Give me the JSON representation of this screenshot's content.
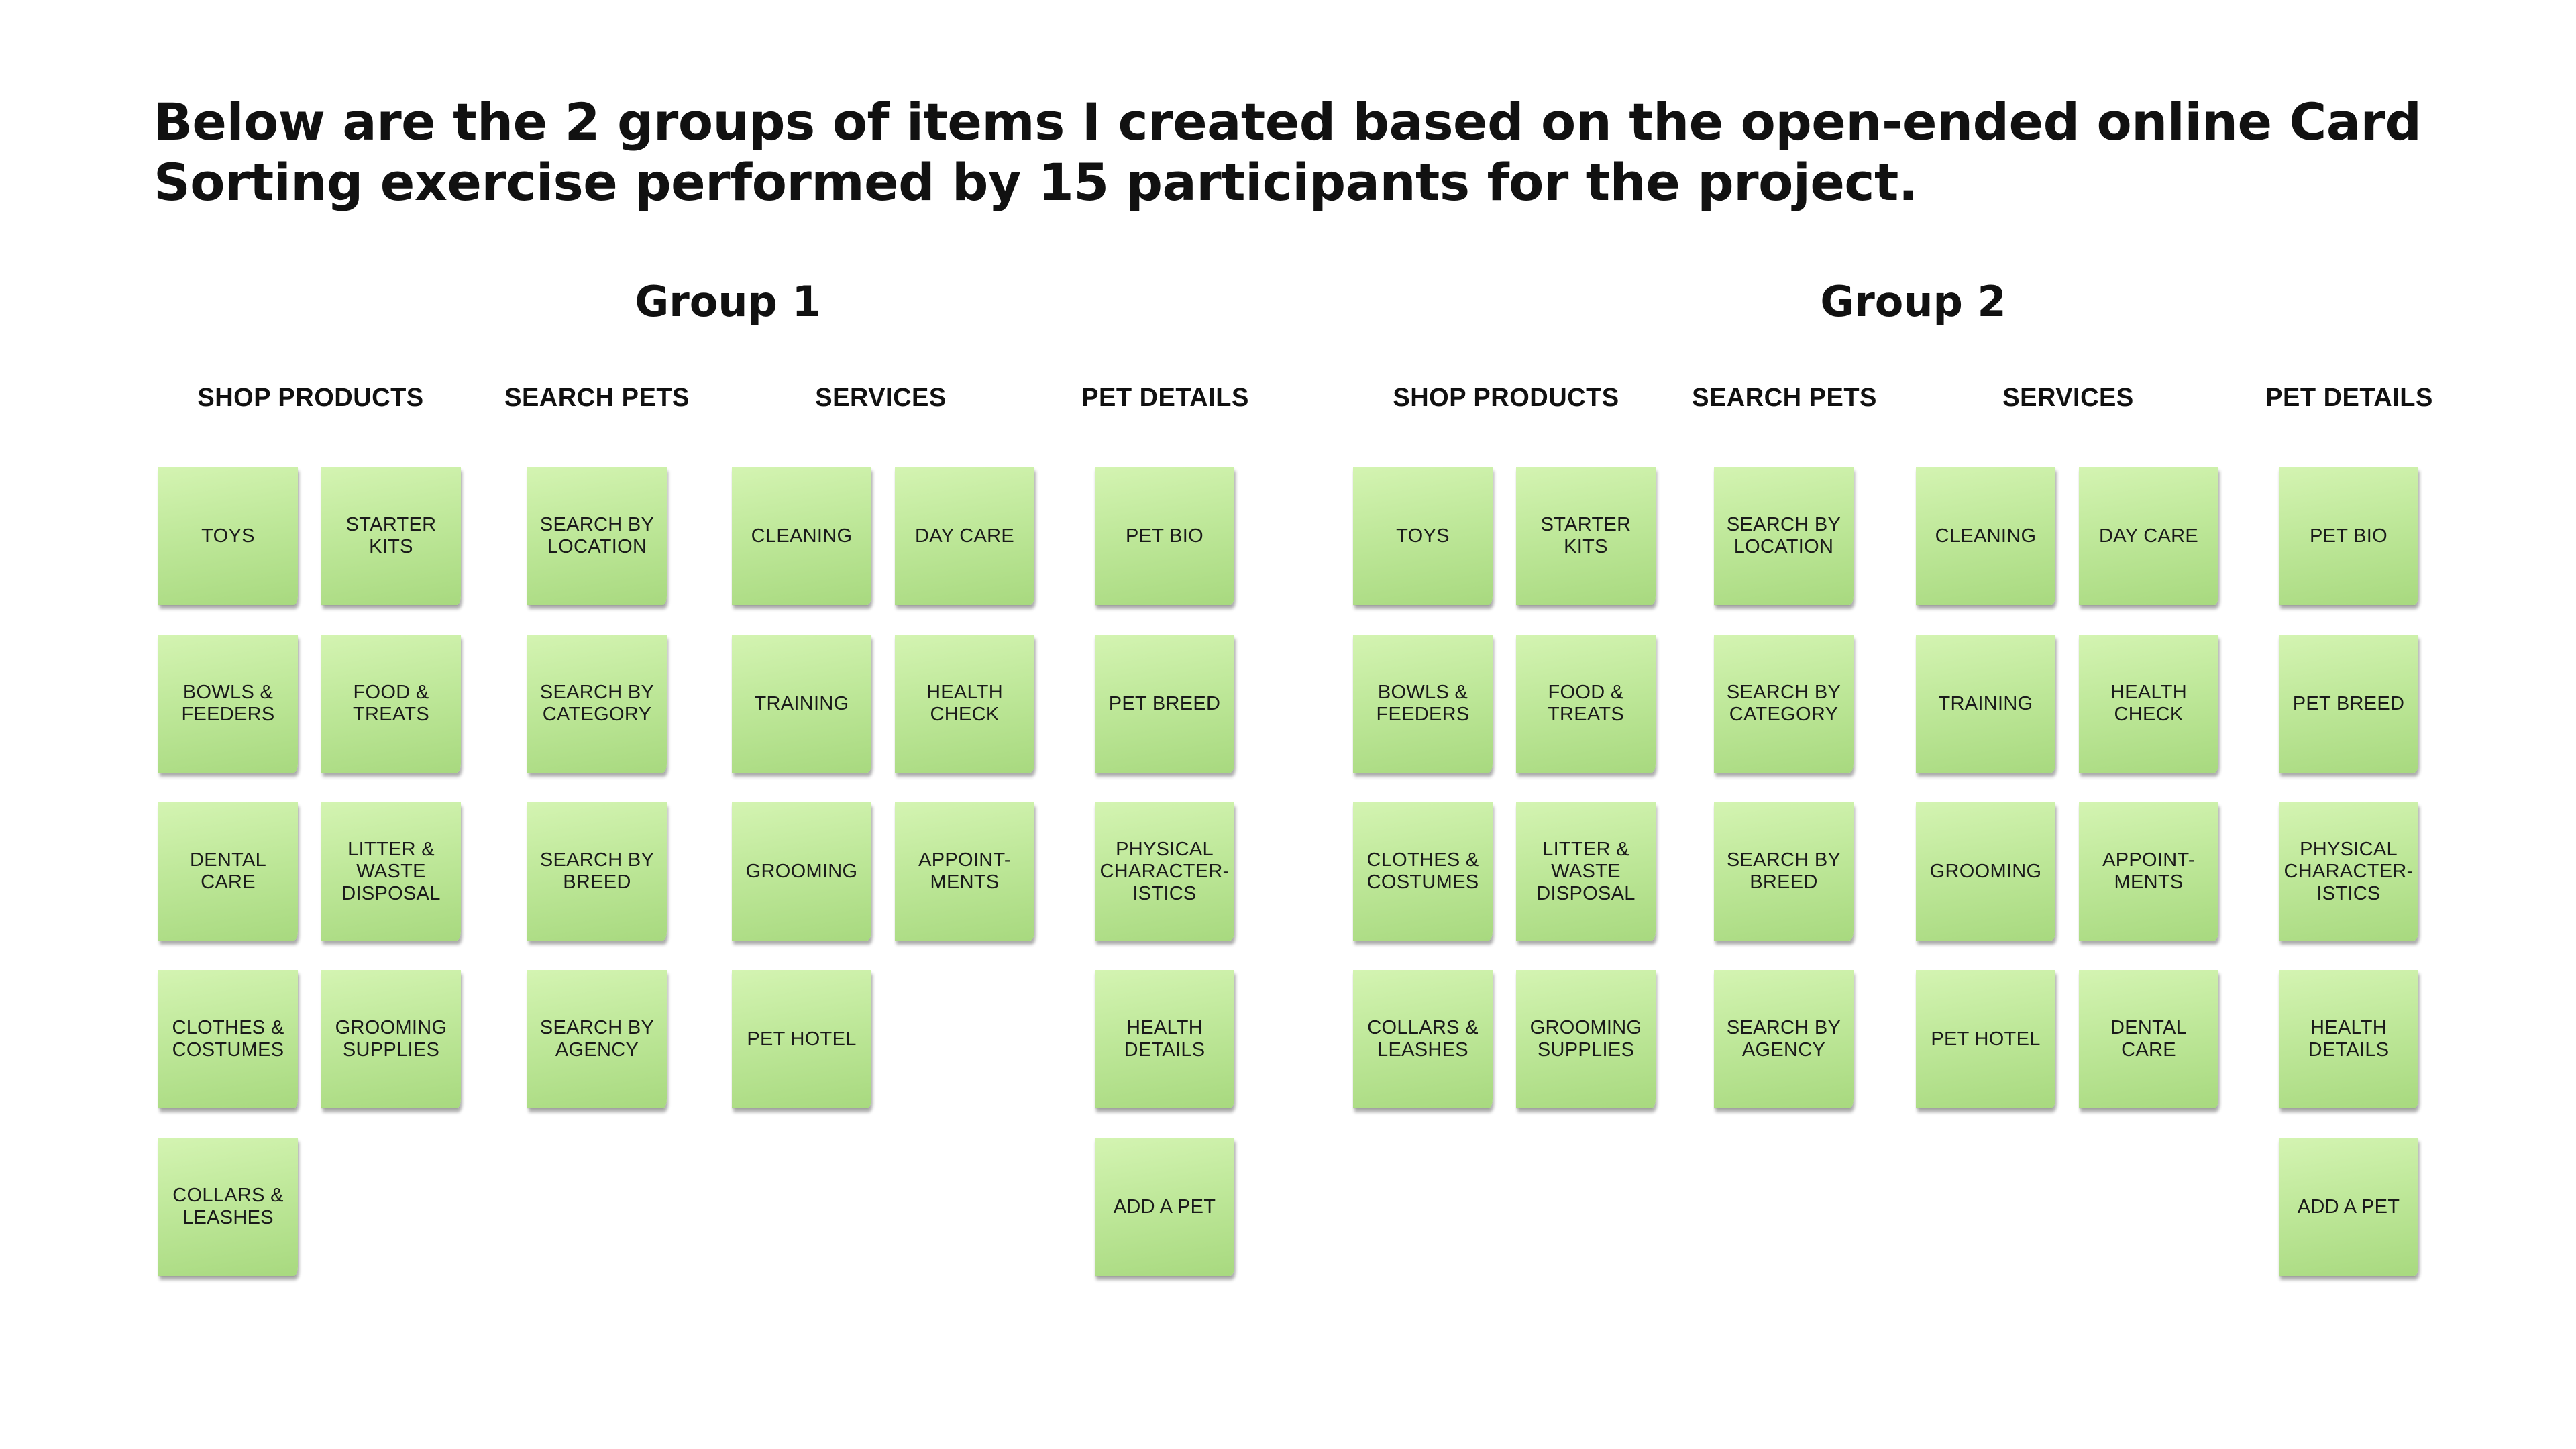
{
  "title": "Below are the 2 groups of items I created based on the open-ended online Card Sorting exercise performed by 15 participants for the project.",
  "colors": {
    "card_light": "#d4f4b2",
    "card_dark": "#a8d97f",
    "text": "#111111"
  },
  "groups": [
    {
      "title": "Group 1",
      "categories": [
        {
          "title": "SHOP PRODUCTS",
          "columns": [
            [
              "TOYS",
              "BOWLS &\nFEEDERS",
              "DENTAL CARE",
              "CLOTHES &\nCOSTUMES",
              "COLLARS &\nLEASHES"
            ],
            [
              "STARTER\nKITS",
              "FOOD &\nTREATS",
              "LITTER &\nWASTE\nDISPOSAL",
              "GROOMING\nSUPPLIES"
            ]
          ]
        },
        {
          "title": "SEARCH PETS",
          "columns": [
            [
              "SEARCH BY\nLOCATION",
              "SEARCH BY\nCATEGORY",
              "SEARCH BY\nBREED",
              "SEARCH BY\nAGENCY"
            ]
          ]
        },
        {
          "title": "SERVICES",
          "columns": [
            [
              "CLEANING",
              "TRAINING",
              "GROOMING",
              "PET HOTEL"
            ],
            [
              "DAY CARE",
              "HEALTH\nCHECK",
              "APPOINT-\nMENTS"
            ]
          ]
        },
        {
          "title": "PET DETAILS",
          "columns": [
            [
              "PET BIO",
              "PET BREED",
              "PHYSICAL\nCHARACTER-\nISTICS",
              "HEALTH\nDETAILS",
              "ADD A PET"
            ]
          ]
        }
      ]
    },
    {
      "title": "Group 2",
      "categories": [
        {
          "title": "SHOP PRODUCTS",
          "columns": [
            [
              "TOYS",
              "BOWLS &\nFEEDERS",
              "CLOTHES &\nCOSTUMES",
              "COLLARS &\nLEASHES"
            ],
            [
              "STARTER\nKITS",
              "FOOD &\nTREATS",
              "LITTER &\nWASTE\nDISPOSAL",
              "GROOMING\nSUPPLIES"
            ]
          ]
        },
        {
          "title": "SEARCH PETS",
          "columns": [
            [
              "SEARCH BY\nLOCATION",
              "SEARCH BY\nCATEGORY",
              "SEARCH BY\nBREED",
              "SEARCH BY\nAGENCY"
            ]
          ]
        },
        {
          "title": "SERVICES",
          "columns": [
            [
              "CLEANING",
              "TRAINING",
              "GROOMING",
              "PET HOTEL"
            ],
            [
              "DAY CARE",
              "HEALTH\nCHECK",
              "APPOINT-\nMENTS",
              "DENTAL CARE"
            ]
          ]
        },
        {
          "title": "PET DETAILS",
          "columns": [
            [
              "PET BIO",
              "PET BREED",
              "PHYSICAL\nCHARACTER-\nISTICS",
              "HEALTH\nDETAILS",
              "ADD A PET"
            ]
          ]
        }
      ]
    }
  ]
}
